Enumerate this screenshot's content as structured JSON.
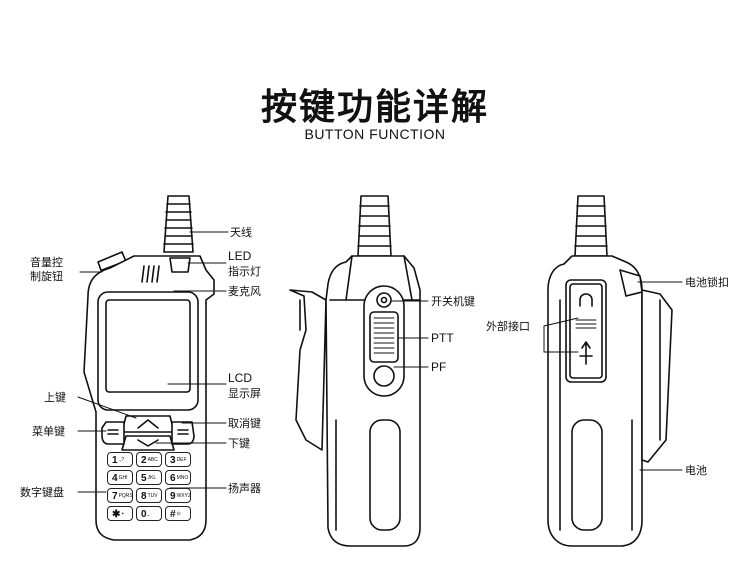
{
  "header": {
    "title": "按键功能详解",
    "subtitle": "BUTTON FUNCTION"
  },
  "front_labels": {
    "antenna": "天线",
    "led_line1": "LED",
    "led_line2": "指示灯",
    "mic": "麦克风",
    "lcd_line1": "LCD",
    "lcd_line2": "显示屏",
    "cancel_key": "取消键",
    "down_key": "下键",
    "speaker": "扬声器",
    "volume_line1": "音量控",
    "volume_line2": "制旋钮",
    "up_key": "上键",
    "menu_key": "菜单键",
    "number_keypad": "数字键盘"
  },
  "side_labels": {
    "power_key": "开关机键",
    "ptt": "PTT",
    "pf": "PF"
  },
  "back_labels": {
    "battery_lock": "电池锁扣",
    "external_port": "外部接口",
    "battery": "电池"
  },
  "keypad": [
    {
      "num": "1",
      "sub": ".,?"
    },
    {
      "num": "2",
      "sub": "ABC"
    },
    {
      "num": "3",
      "sub": "DEF"
    },
    {
      "num": "4",
      "sub": "GHI"
    },
    {
      "num": "5",
      "sub": "JKL"
    },
    {
      "num": "6",
      "sub": "MNO"
    },
    {
      "num": "7",
      "sub": "PQRS"
    },
    {
      "num": "8",
      "sub": "TUV"
    },
    {
      "num": "9",
      "sub": "WXYZ"
    },
    {
      "num": "✱",
      "sub": "+"
    },
    {
      "num": "0",
      "sub": "⎵"
    },
    {
      "num": "#",
      "sub": "⊙"
    }
  ]
}
